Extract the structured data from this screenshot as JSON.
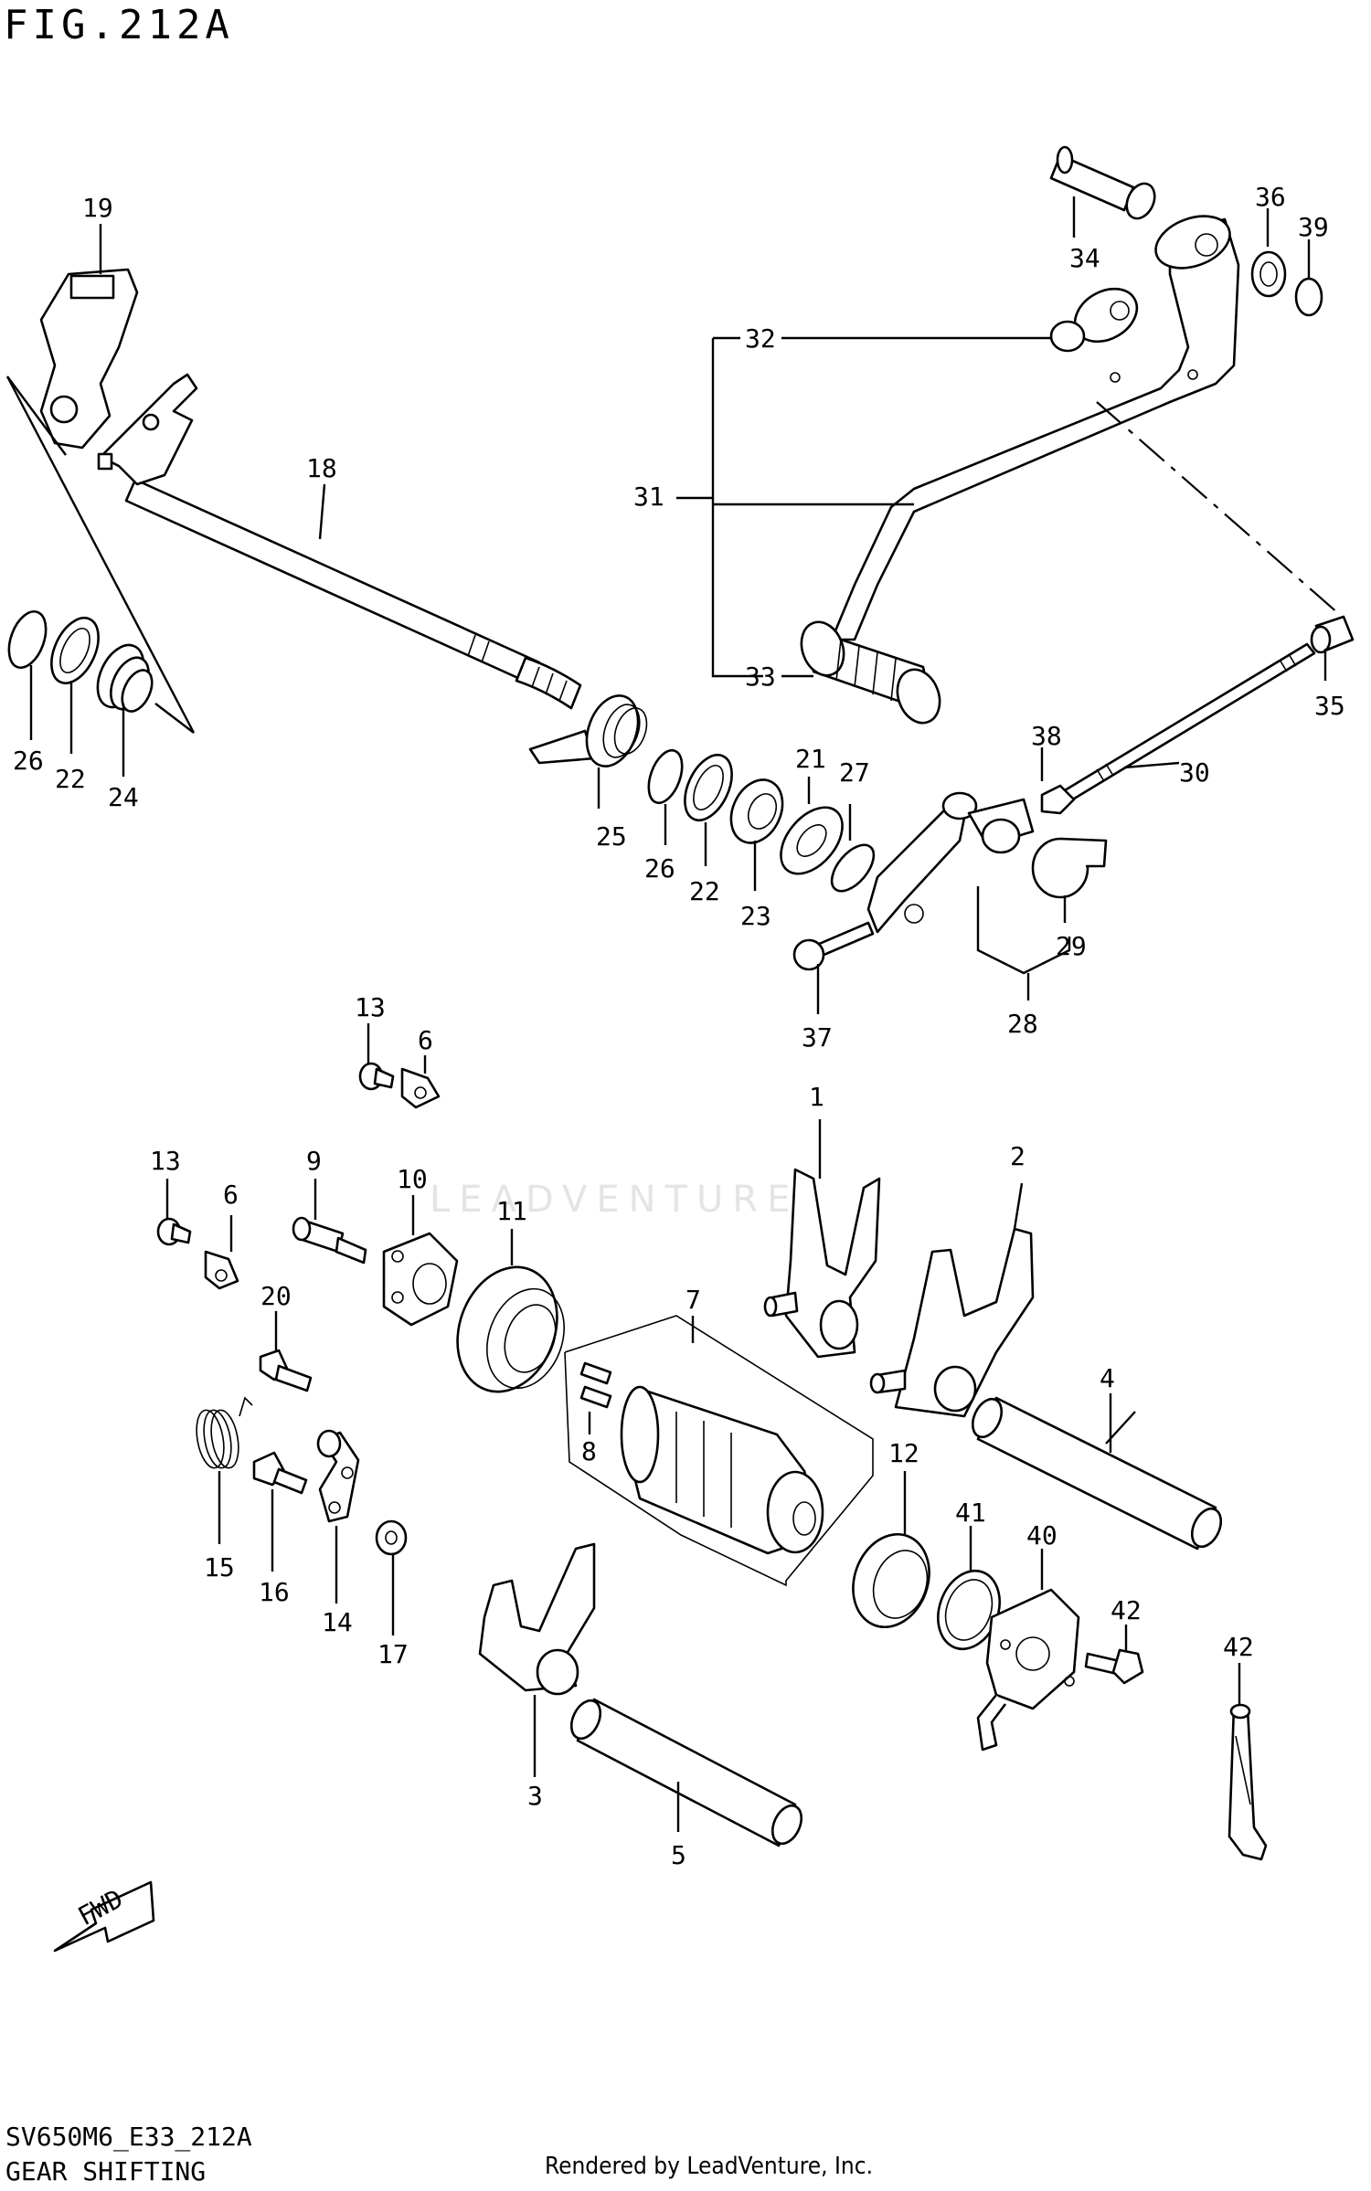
{
  "title": "FIG.212A",
  "model_code": "SV650M6_E33_212A",
  "diagram_name": "GEAR SHIFTING",
  "credit": "Rendered by LeadVenture, Inc.",
  "watermark": "LEADVENTURE",
  "fwd_label": "FWD",
  "callouts": [
    "1",
    "2",
    "3",
    "4",
    "5",
    "6",
    "6",
    "7",
    "8",
    "9",
    "10",
    "11",
    "12",
    "13",
    "13",
    "14",
    "15",
    "16",
    "17",
    "18",
    "19",
    "20",
    "21",
    "22",
    "22",
    "23",
    "24",
    "25",
    "26",
    "26",
    "27",
    "28",
    "29",
    "30",
    "31",
    "32",
    "33",
    "34",
    "35",
    "36",
    "37",
    "38",
    "39",
    "40",
    "41",
    "42"
  ]
}
